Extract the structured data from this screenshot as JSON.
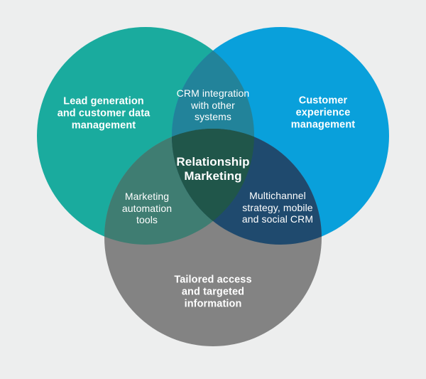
{
  "diagram": {
    "type": "venn",
    "center_title": "Relationship\nMarketing",
    "regions": {
      "left": {
        "label": "Lead generation\nand customer data\nmanagement"
      },
      "right": {
        "label": "Customer\nexperience\nmanagement"
      },
      "bottom": {
        "label": "Tailored access\nand targeted\ninformation"
      },
      "left_right_overlap": {
        "label": "CRM integration\nwith other\nsystems"
      },
      "left_bottom_overlap": {
        "label": "Marketing\nautomation\ntools"
      },
      "right_bottom_overlap": {
        "label": "Multichannel\nstrategy, mobile\nand social CRM"
      }
    },
    "colors": {
      "background": "#edeeee",
      "left_circle": "#1aab9e",
      "right_circle": "#09a0db",
      "bottom_circle": "#838383",
      "left_right_overlap": "#22839a",
      "left_bottom_overlap": "#3f7d72",
      "right_bottom_overlap": "#1f4a6e",
      "center_overlap": "#20564a",
      "label_text": "#ffffff"
    }
  }
}
